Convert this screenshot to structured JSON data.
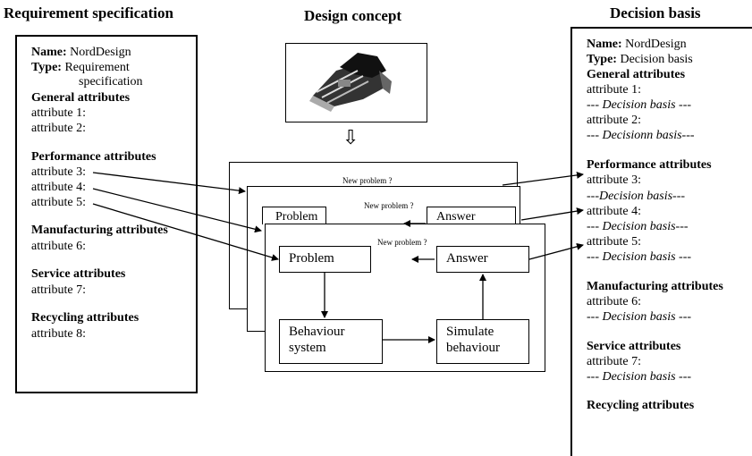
{
  "headings": {
    "left": "Requirement specification",
    "center": "Design concept",
    "right": "Decision basis"
  },
  "left_panel": {
    "name_label": "Name:",
    "name_value": "NordDesign",
    "type_label": "Type:",
    "type_value_1": "Requirement",
    "type_value_2": "specification",
    "general": "General attributes",
    "attr1": "attribute 1:",
    "attr2": "attribute 2:",
    "performance": "Performance attributes",
    "attr3": "attribute 3:",
    "attr4": "attribute 4:",
    "attr5": "attribute 5:",
    "manufacturing": "Manufacturing attributes",
    "attr6": "attribute 6:",
    "service": "Service attributes",
    "attr7": "attribute 7:",
    "recycling": "Recycling attributes",
    "attr8": "attribute 8:"
  },
  "right_panel": {
    "name_label": "Name:",
    "name_value": "NordDesign",
    "type_label": "Type:",
    "type_value": "Decision basis",
    "general": "General attributes",
    "attr1": "attribute 1:",
    "db1": "--- Decision basis ---",
    "attr2": "attribute 2:",
    "db2": "--- Decisionn basis---",
    "performance": "Performance attributes",
    "attr3": "attribute 3:",
    "db3": "---Decision basis---",
    "attr4": "attribute 4:",
    "db4": "--- Decision basis---",
    "attr5": "attribute 5:",
    "db5": "--- Decision basis ---",
    "manufacturing": "Manufacturing attributes",
    "attr6": "attribute 6:",
    "db6": "--- Decision basis ---",
    "service": "Service attributes",
    "attr7": "attribute 7:",
    "db7": "--- Decision basis ---",
    "recycling": "Recycling attributes"
  },
  "loop": {
    "new_problem": "New problem ?",
    "problem": "Problem",
    "answer": "Answer",
    "behaviour_system_1": "Behaviour",
    "behaviour_system_2": "system",
    "simulate_1": "Simulate",
    "simulate_2": "behaviour",
    "partial_problem": "Problem",
    "partial_answer": "Answer"
  },
  "icons": {
    "down_arrow": "⇩",
    "design_image": "cad-model-image"
  }
}
